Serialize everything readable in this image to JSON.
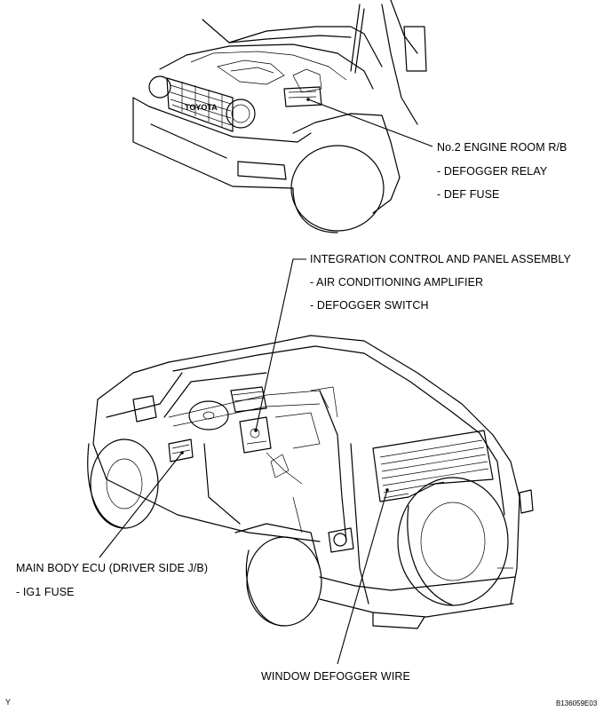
{
  "labels": {
    "engine_room_rb": "No.2 ENGINE ROOM R/B",
    "defogger_relay": "- DEFOGGER RELAY",
    "def_fuse": "- DEF FUSE",
    "integration_control": "INTEGRATION CONTROL AND PANEL ASSEMBLY",
    "air_conditioning_amplifier": "- AIR CONDITIONING AMPLIFIER",
    "defogger_switch": "- DEFOGGER SWITCH",
    "main_body_ecu": "MAIN BODY ECU (DRIVER SIDE J/B)",
    "ig1_fuse": "- IG1 FUSE",
    "window_defogger_wire": "WINDOW DEFOGGER WIRE"
  },
  "corner_marks": {
    "left": "Y",
    "right": "B136059E03"
  }
}
